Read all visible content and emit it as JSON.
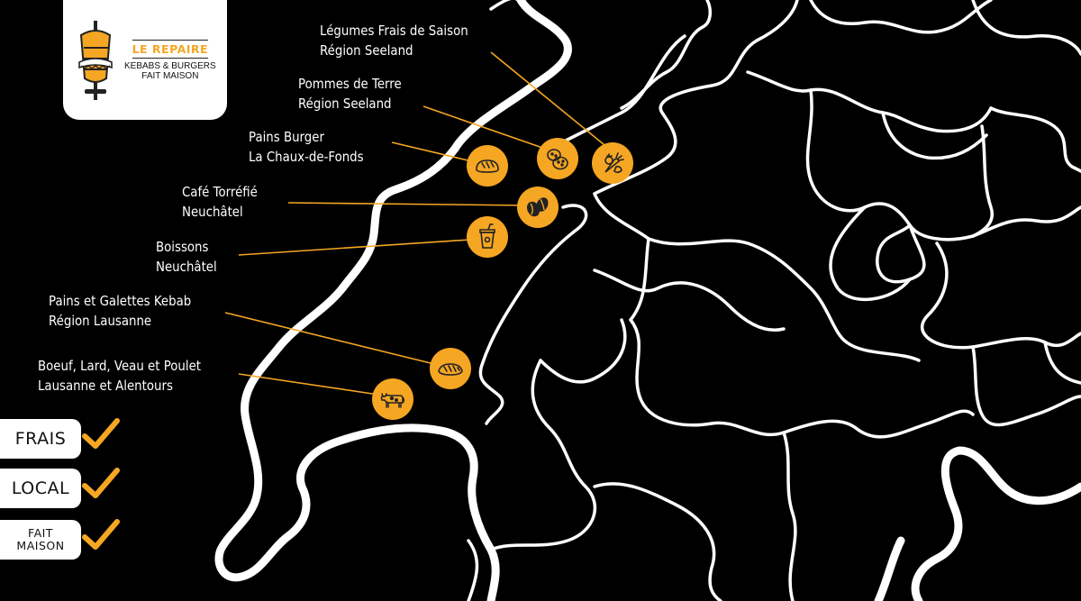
{
  "brand": {
    "name": "LE REPAIRE",
    "tagline_line1": "KEBABS & BURGERS",
    "tagline_line2": "FAIT MAISON"
  },
  "colors": {
    "background": "#000000",
    "roads": "#ffffff",
    "accent": "#f5a623"
  },
  "suppliers": [
    {
      "product": "Légumes Frais de Saison",
      "region": "Région Seeland",
      "icon": "vegetables-icon"
    },
    {
      "product": "Pommes de Terre",
      "region": "Région Seeland",
      "icon": "potatoes-icon"
    },
    {
      "product": "Pains Burger",
      "region": "La Chaux-de-Fonds",
      "icon": "bread-icon"
    },
    {
      "product": "Café Torréfié",
      "region": "Neuchâtel",
      "icon": "coffee-bean-icon"
    },
    {
      "product": "Boissons",
      "region": "Neuchâtel",
      "icon": "drink-cup-icon"
    },
    {
      "product": "Pains et Galettes Kebab",
      "region": "Région Lausanne",
      "icon": "kebab-bread-icon"
    },
    {
      "product": "Boeuf, Lard, Veau et Poulet",
      "region": "Lausanne et Alentours",
      "icon": "cow-icon"
    }
  ],
  "badges": [
    {
      "line1": "FRAIS",
      "line2": ""
    },
    {
      "line1": "LOCAL",
      "line2": ""
    },
    {
      "line1": "FAIT",
      "line2": "MAISON"
    }
  ]
}
